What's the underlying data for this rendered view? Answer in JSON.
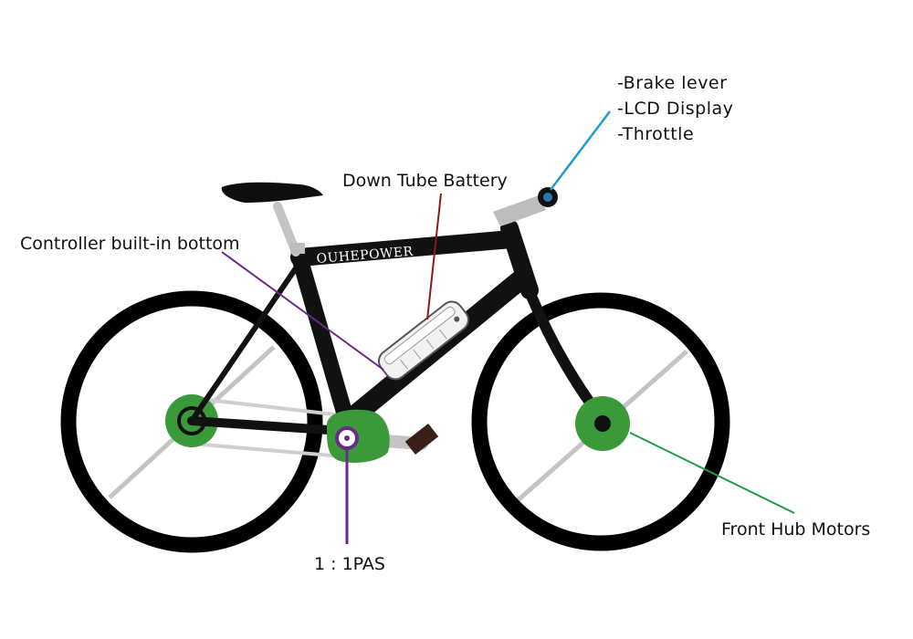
{
  "labels": {
    "brake_lever": "-Brake lever",
    "lcd_display": "-LCD Display",
    "throttle": "-Throttle",
    "down_tube_battery": "Down Tube Battery",
    "controller": "Controller built-in bottom",
    "front_hub_motors": "Front Hub Motors",
    "pas": "1 : 1PAS"
  },
  "frame_brand": "OUHEPOWER",
  "colors": {
    "frame": "#111111",
    "tire": "#000000",
    "hub_green": "#3a9a3a",
    "spoke_gray": "#c4c4c4",
    "handlebar_gray": "#bdbdbd",
    "leader_blue": "#1e9ad6",
    "leader_red": "#8b1a1a",
    "leader_purple": "#6a2a8a",
    "leader_green": "#1f9a4a",
    "text": "#111111"
  }
}
